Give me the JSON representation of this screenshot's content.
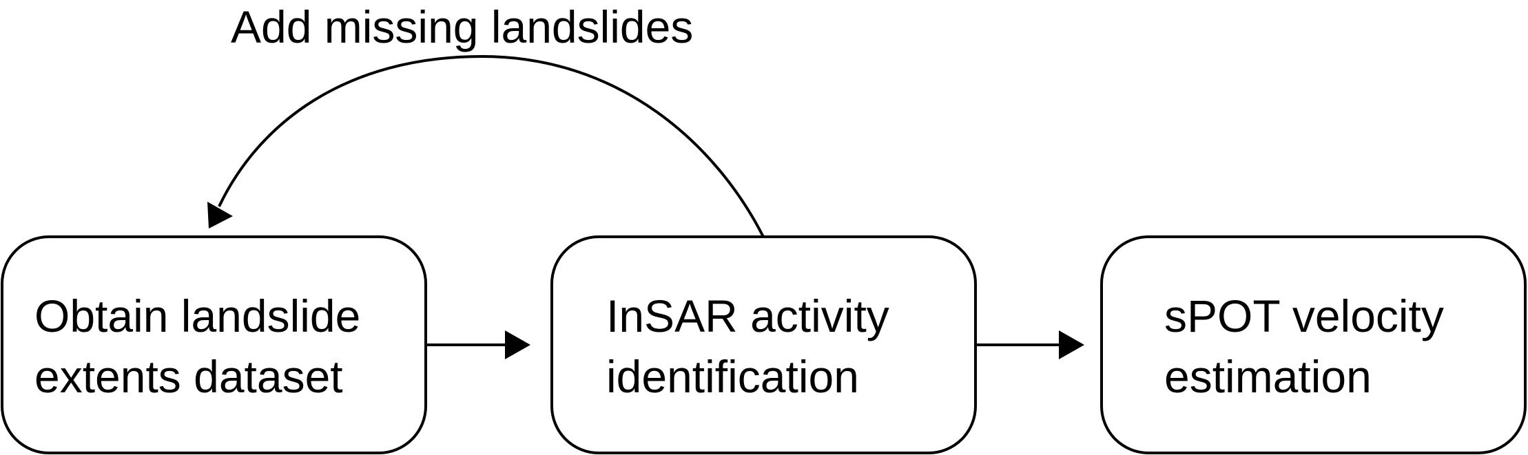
{
  "loop_label": "Add missing landslides",
  "steps": [
    {
      "line1": "Obtain landslide",
      "line2": "extents dataset"
    },
    {
      "line1": "InSAR activity",
      "line2": "identification"
    },
    {
      "line1": "sPOT velocity",
      "line2": "estimation"
    }
  ],
  "colors": {
    "stroke": "#000000",
    "fill": "#ffffff",
    "text": "#000000"
  }
}
